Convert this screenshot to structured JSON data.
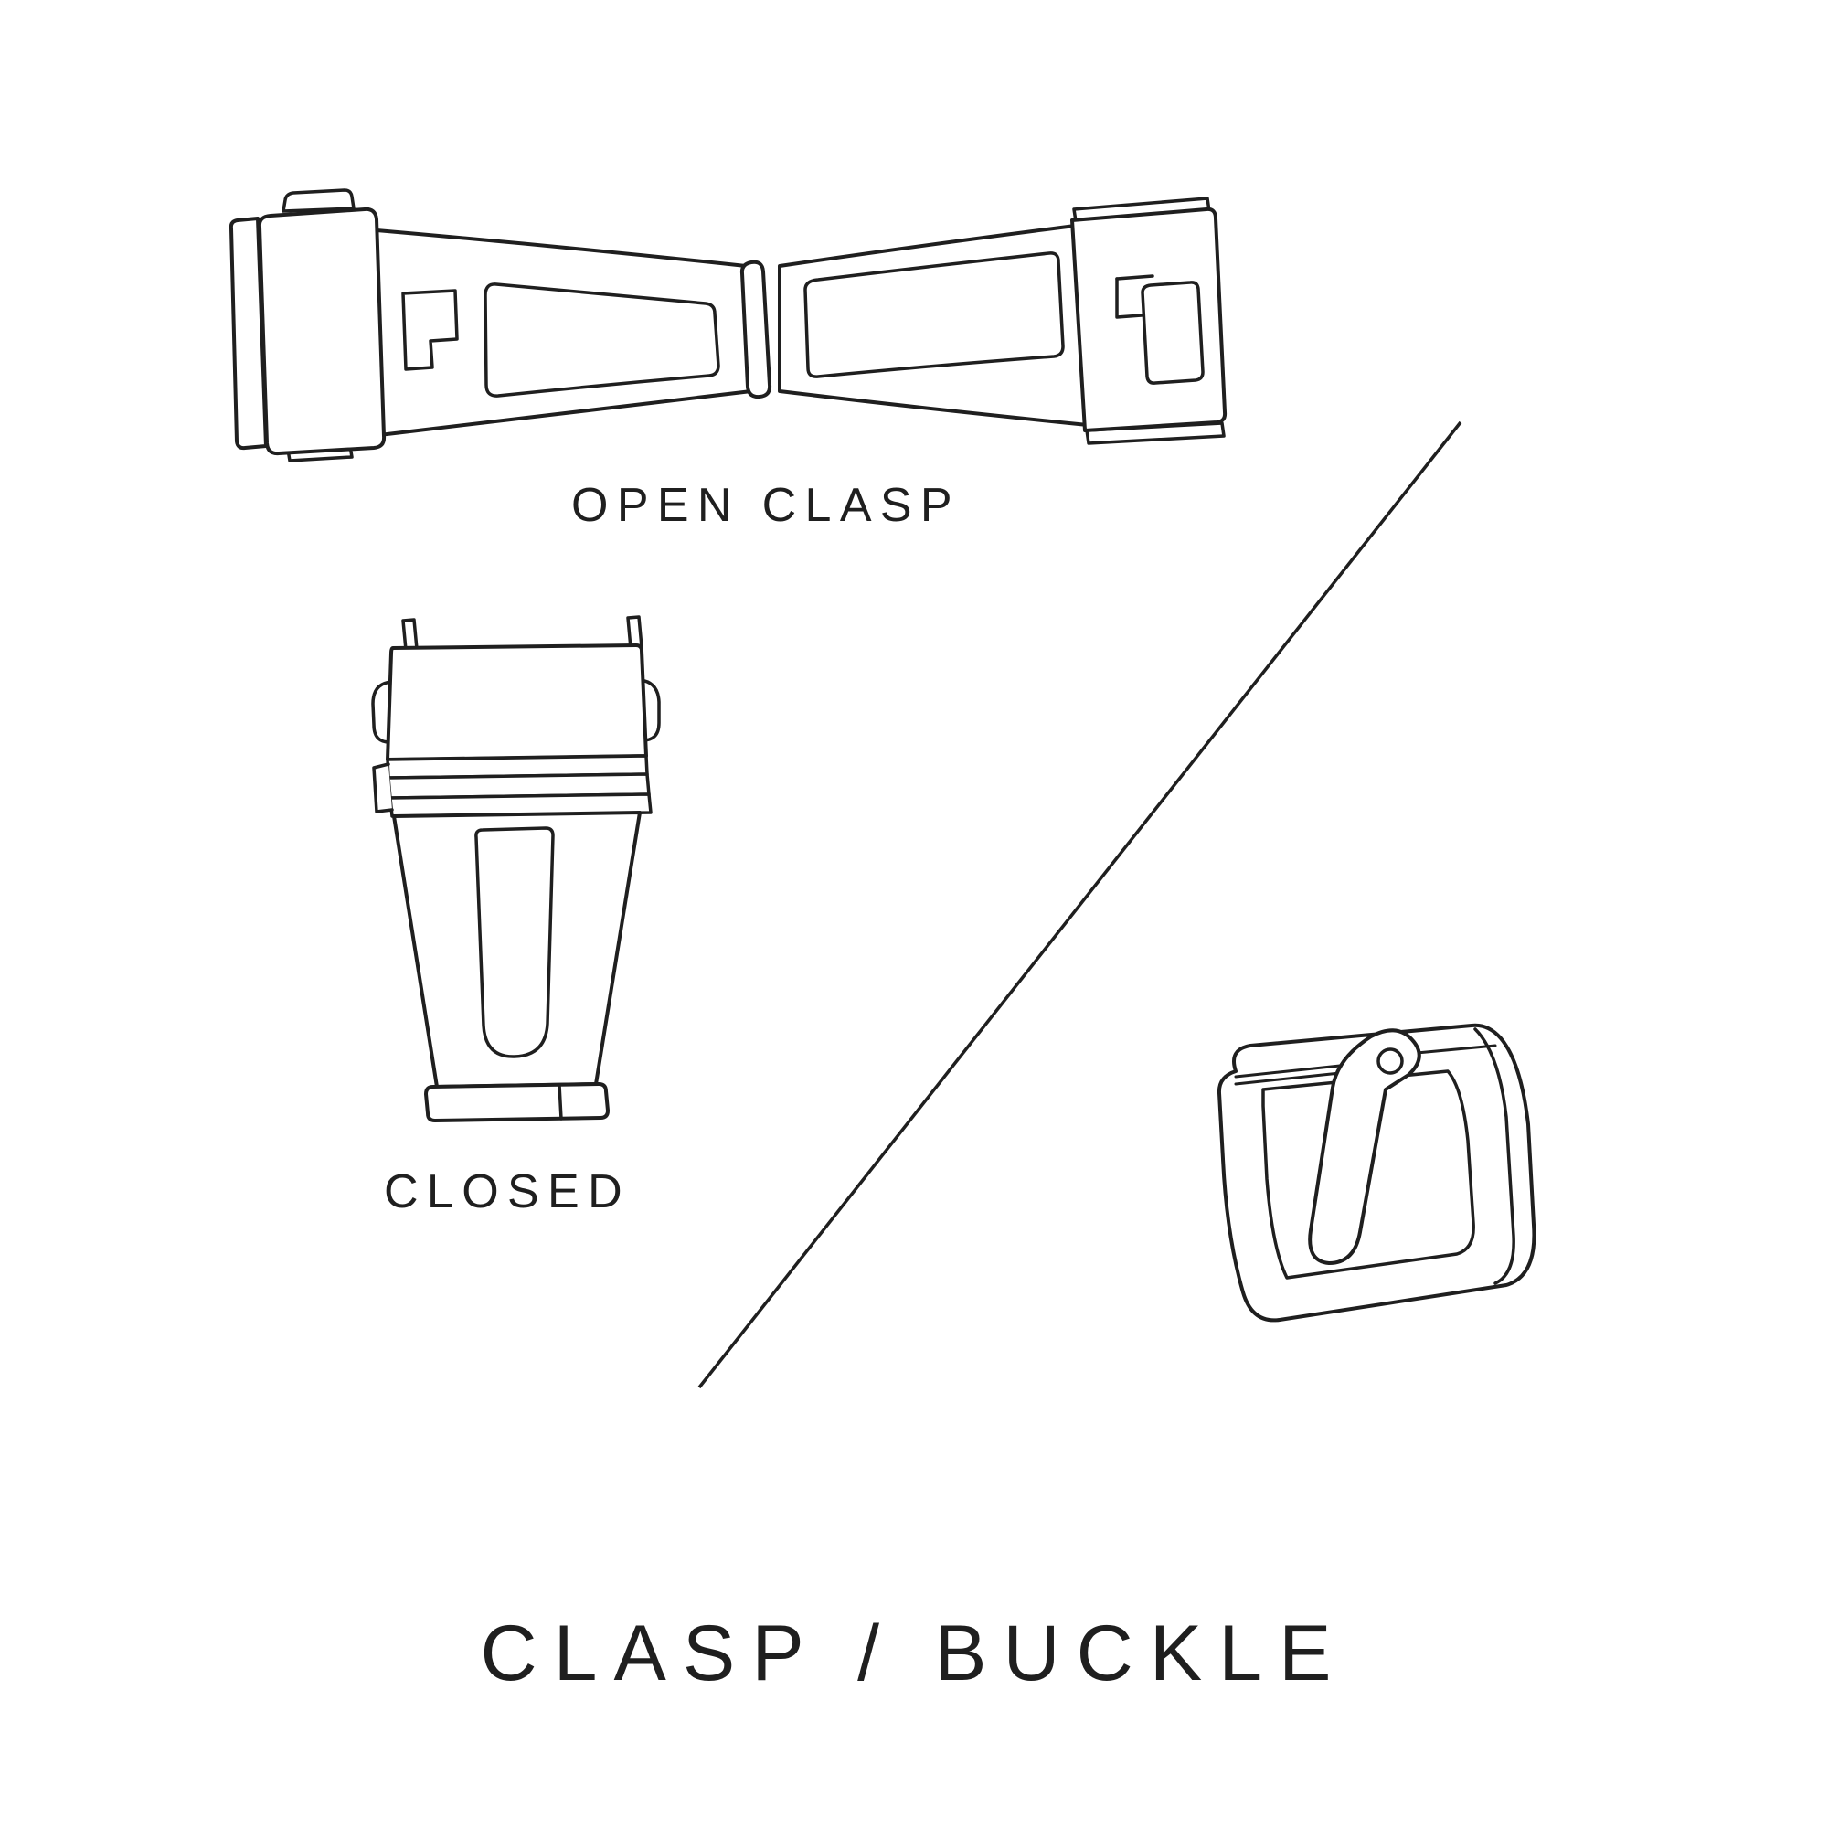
{
  "colors": {
    "ink": "#1f1f1f",
    "background": "#ffffff"
  },
  "title": "CLASP / BUCKLE",
  "labels": {
    "open_clasp": "OPEN CLASP",
    "closed": "CLOSED"
  },
  "illustrations": {
    "open_clasp": "watch clasp shown open (butterfly deployant, top view)",
    "closed_clasp": "watch clasp shown closed (top view)",
    "buckle": "tang buckle (three-quarter view)"
  }
}
